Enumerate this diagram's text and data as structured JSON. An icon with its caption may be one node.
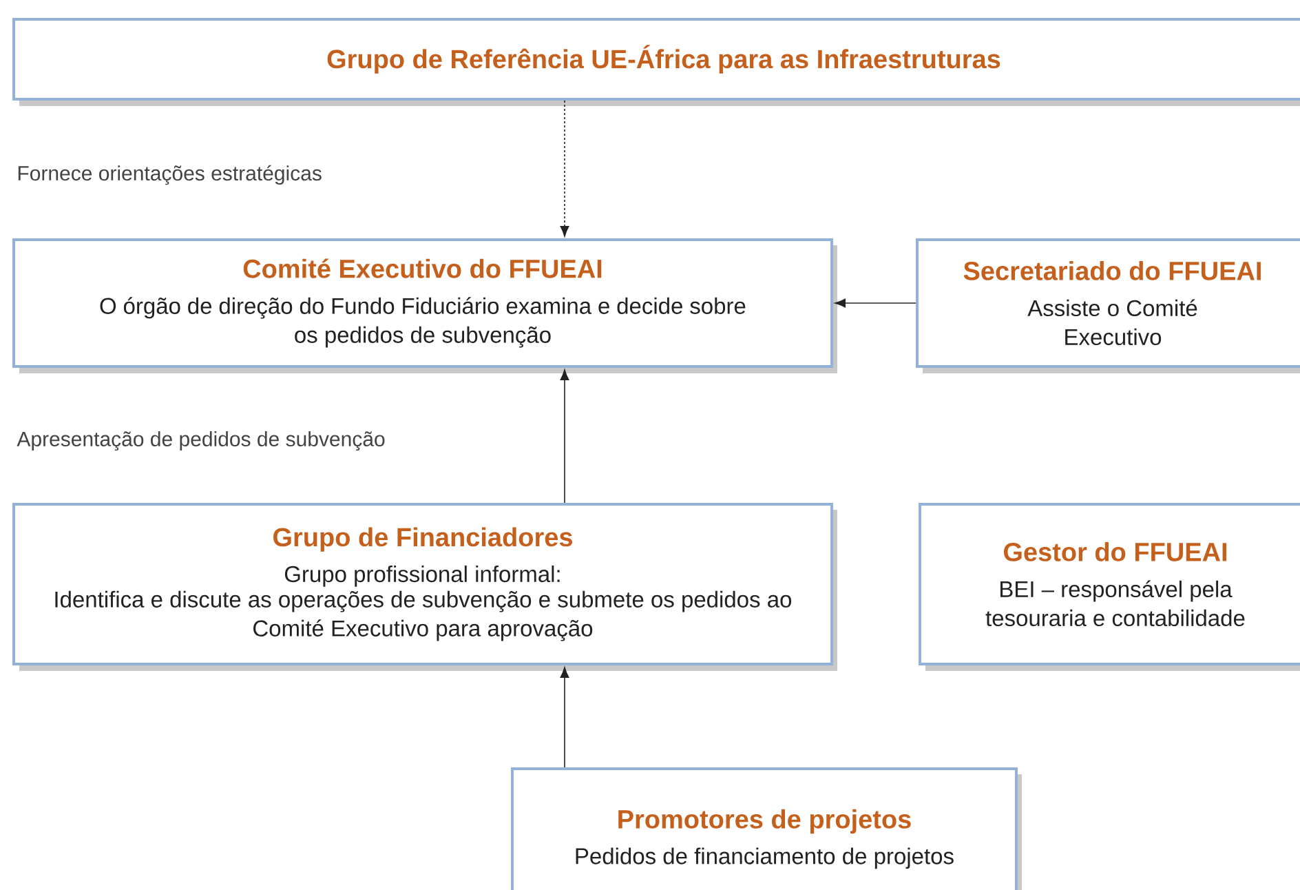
{
  "diagram": {
    "nodes": [
      {
        "text": [
          "Grupo de Referência UE-África para as Infraestruturas"
        ]
      },
      {
        "text": [
          "Comité Executivo do FFUEAI",
          "O órgão de direção do Fundo Fiduciário examina e decide sobre os pedidos de subvenção"
        ]
      },
      {
        "text": [
          "Secretariado do FFUEAI",
          "Assiste o Comité Executivo"
        ]
      },
      {
        "text": [
          "Grupo de Financiadores",
          "Grupo profissional informal:",
          "Identifica e discute as operações de subvenção e submete os pedidos ao Comité Executivo para aprovação"
        ]
      },
      {
        "text": [
          "Gestor do FFUEAI",
          "BEI – responsável pela tesouraria e contabilidade"
        ]
      },
      {
        "text": [
          "Promotores de projetos",
          "Pedidos de financiamento de projetos"
        ]
      }
    ],
    "edges": [
      {
        "from": 0,
        "to": 1,
        "arrow": "to",
        "style": "dashed"
      },
      {
        "from": 2,
        "to": 1,
        "arrow": "to"
      },
      {
        "from": 3,
        "to": 1,
        "arrow": "to"
      },
      {
        "from": 5,
        "to": 3,
        "arrow": "to"
      }
    ],
    "labels": [
      "Fornece orientações estratégicas",
      "Apresentação de pedidos de subvenção"
    ]
  }
}
